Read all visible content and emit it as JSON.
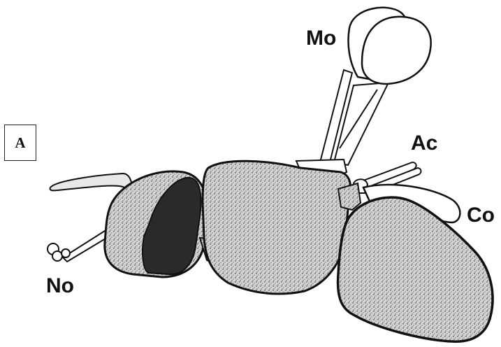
{
  "panel_label": "A",
  "labels": {
    "mo": "Mo",
    "ac": "Ac",
    "co": "Co",
    "no": "No"
  },
  "colors": {
    "background": "#ffffff",
    "outline": "#111111",
    "stipple": "#8a8a8a",
    "dark_region": "#2a2a2a"
  }
}
